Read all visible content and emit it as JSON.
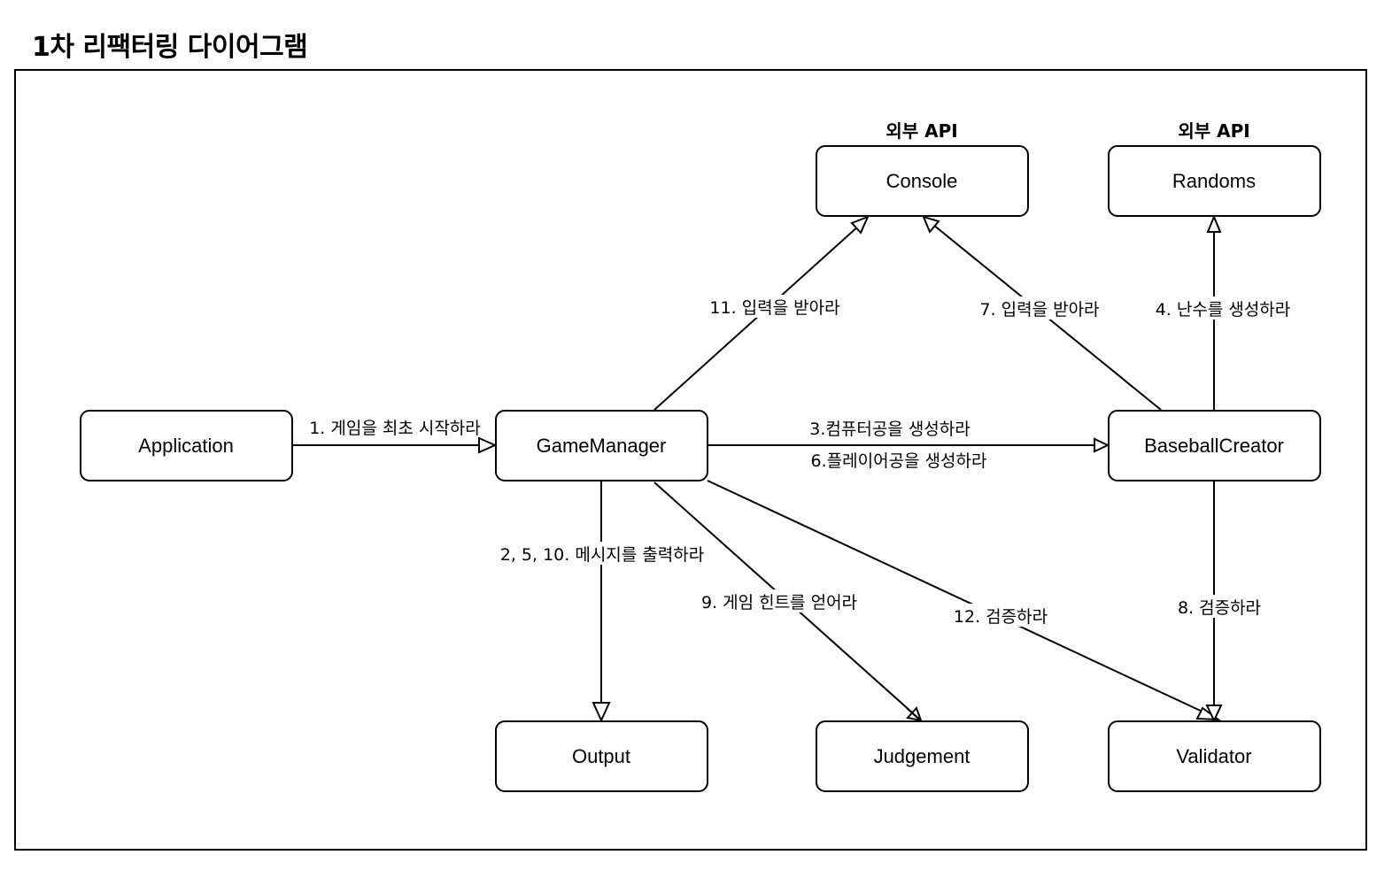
{
  "title": "1차 리팩터링 다이어그램",
  "external_labels": {
    "console": "외부 API",
    "randoms": "외부 API"
  },
  "nodes": {
    "application": "Application",
    "game_manager": "GameManager",
    "baseball_creator": "BaseballCreator",
    "console": "Console",
    "randoms": "Randoms",
    "output": "Output",
    "judgement": "Judgement",
    "validator": "Validator"
  },
  "edges": {
    "app_to_gm": "1. 게임을 최초 시작하라",
    "gm_to_output": "2, 5, 10. 메시지를 출력하라",
    "gm_to_creator_a": "3.컴퓨터공을 생성하라",
    "gm_to_creator_b": "6.플레이어공을 생성하라",
    "creator_to_randoms": "4. 난수를 생성하라",
    "creator_to_console": "7. 입력을 받아라",
    "creator_to_validator": "8. 검증하라",
    "gm_to_judgement": "9. 게임 힌트를 얻어라",
    "gm_to_console": "11. 입력을 받아라",
    "gm_to_validator": "12. 검증하라"
  }
}
